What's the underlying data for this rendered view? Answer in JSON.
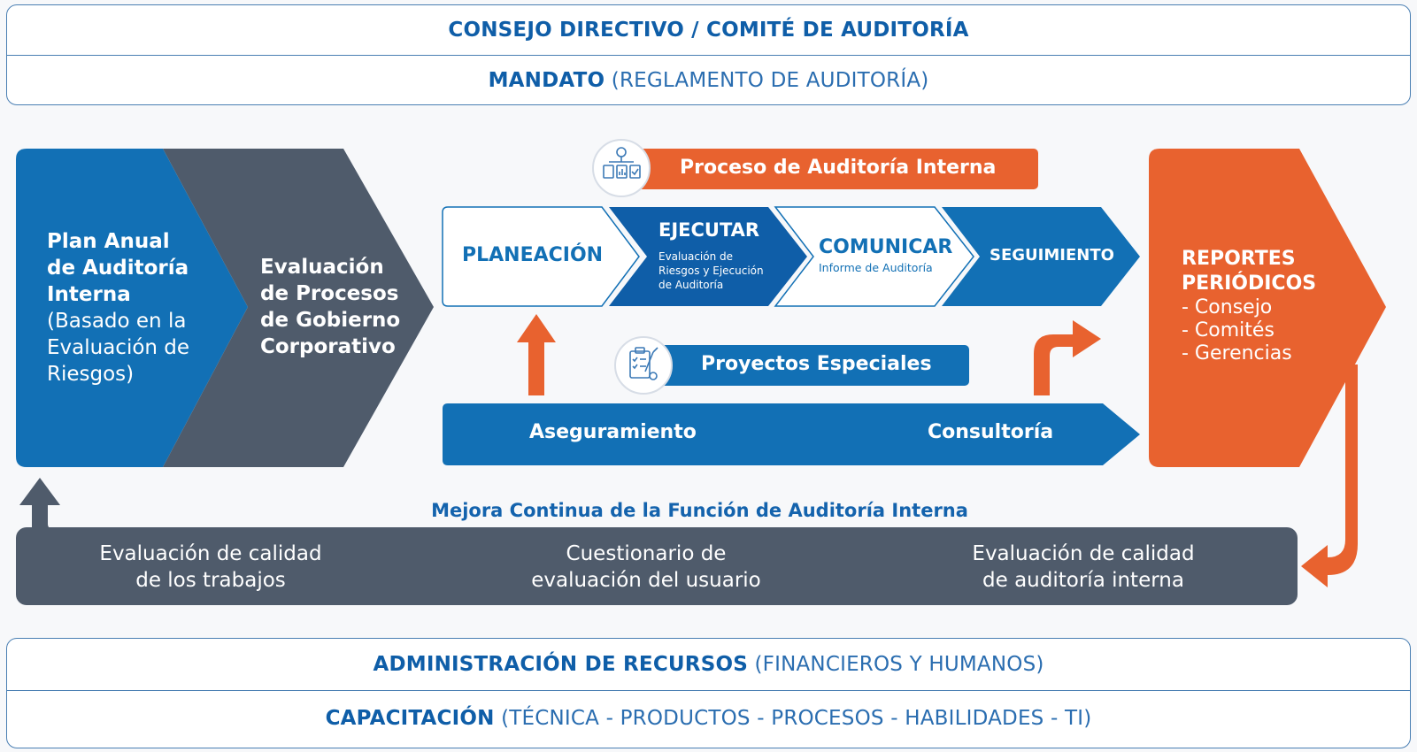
{
  "header": {
    "line1": "CONSEJO DIRECTIVO / COMITÉ DE AUDITORÍA",
    "line2_bold": "MANDATO",
    "line2_rest": "(REGLAMENTO DE AUDITORÍA)"
  },
  "left_block": {
    "plan_bold": [
      "Plan Anual",
      "de Auditoría",
      "Interna"
    ],
    "plan_rest": [
      "(Basado en la",
      "Evaluación de",
      "Riesgos)"
    ],
    "evaluacion": [
      "Evaluación",
      "de Procesos",
      "de Gobierno",
      "Corporativo"
    ]
  },
  "process": {
    "title": "Proceso de Auditoría Interna",
    "steps": {
      "planeacion": "PLANEACIÓN",
      "ejecutar": "EJECUTAR",
      "ejecutar_sub": [
        "Evaluación de",
        "Riesgos y Ejecución",
        "de Auditoría"
      ],
      "comunicar": "COMUNICAR",
      "comunicar_sub": "Informe de Auditoría",
      "seguimiento": "SEGUIMIENTO"
    },
    "proyectos": "Proyectos Especiales",
    "aseguramiento": "Aseguramiento",
    "consultoria": "Consultoría"
  },
  "reportes": {
    "title": [
      "REPORTES",
      "PERIÓDICOS"
    ],
    "items": [
      "- Consejo",
      "- Comités",
      "- Gerencias"
    ]
  },
  "mejora": {
    "title": "Mejora Continua de la Función de Auditoría Interna",
    "items": [
      [
        "Evaluación de calidad",
        "de los trabajos"
      ],
      [
        "Cuestionario de",
        "evaluación del usuario"
      ],
      [
        "Evaluación de calidad",
        "de auditoría interna"
      ]
    ]
  },
  "footer": {
    "line1_bold": "ADMINISTRACIÓN DE RECURSOS",
    "line1_rest": "(FINANCIEROS Y HUMANOS)",
    "line2_bold": "CAPACITACIÓN",
    "line2_rest": "(TÉCNICA - PRODUCTOS - PROCESOS - HABILIDADES - TI)"
  },
  "colors": {
    "blue": "#1270b5",
    "dark_blue": "#0f5ea8",
    "slate": "#4f5b6b",
    "orange": "#e8622f"
  },
  "icons": [
    "org-chart-icon",
    "checklist-icon"
  ]
}
